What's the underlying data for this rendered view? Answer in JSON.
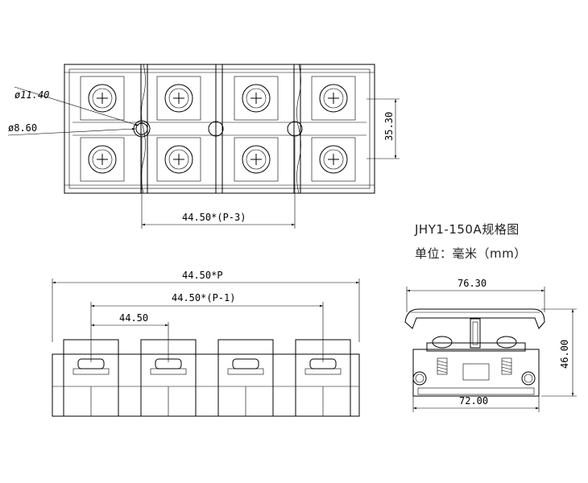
{
  "title": "JHY1-150A规格图",
  "units": "单位：毫米（mm）",
  "top_view": {
    "hole_large": "ø11.40",
    "hole_small": "ø8.60",
    "height_dim": "35.30",
    "pitch_dim": "44.50*(P-3)"
  },
  "front_view": {
    "overall_dim": "44.50*P",
    "pitch_total_dim": "44.50*(P-1)",
    "pitch_dim": "44.50"
  },
  "side_view": {
    "top_width": "76.30",
    "height": "46.00",
    "base_width": "72.00"
  }
}
